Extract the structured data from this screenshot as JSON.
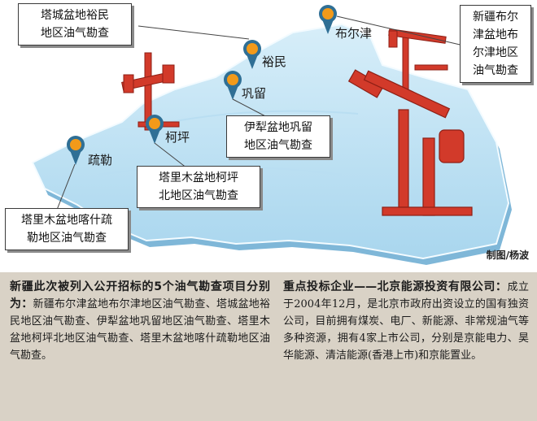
{
  "map": {
    "locations": [
      {
        "id": "bu-er-jin",
        "name": "布尔津"
      },
      {
        "id": "yu-min",
        "name": "裕民"
      },
      {
        "id": "gong-liu",
        "name": "巩留"
      },
      {
        "id": "ke-ping",
        "name": "柯坪"
      },
      {
        "id": "shu-le",
        "name": "疏勒"
      }
    ],
    "labels": {
      "tacheng": [
        "塔城盆地裕民",
        "地区油气勘查"
      ],
      "xinjiang": [
        "新疆布尔",
        "津盆地布",
        "尔津地区",
        "油气勘查"
      ],
      "yili": [
        "伊犁盆地巩留",
        "地区油气勘查"
      ],
      "tarim_keping": [
        "塔里木盆地柯坪",
        "北地区油气勘查"
      ],
      "tarim_kashi": [
        "塔里木盆地喀什疏",
        "勒地区油气勘查"
      ]
    },
    "credit": "制图/杨波",
    "colors": {
      "land": "#c6e6f6",
      "land_edge": "#e9f6fd",
      "pin_outer": "#2f6f95",
      "pin_inner": "#f29a1a",
      "derrick": "#d23a2a"
    }
  },
  "article": {
    "left_heading": "新疆此次被列入公开招标的5个油气勘查项目分别为：",
    "left_body": "新疆布尔津盆地布尔津地区油气勘查、塔城盆地裕民地区油气勘查、伊犁盆地巩留地区油气勘查、塔里木盆地柯坪北地区油气勘查、塔里木盆地喀什疏勒地区油气勘查。",
    "right_heading": "重点投标企业——北京能源投资有限公司：",
    "right_body": "成立于2004年12月，是北京市政府出资设立的国有独资公司，目前拥有煤炭、电厂、新能源、非常规油气等多种资源，拥有4家上市公司，分别是京能电力、昊华能源、清洁能源(香港上市)和京能置业。"
  }
}
